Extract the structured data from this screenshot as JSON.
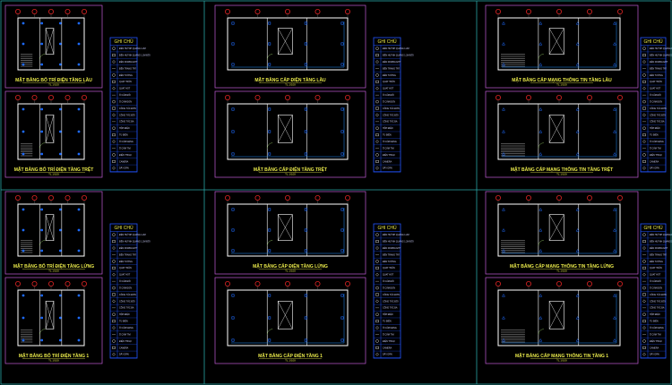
{
  "canvas": {
    "background": "#000000"
  },
  "colors": {
    "sheet_frame": "#2aa6a6",
    "plan_frame": "#c05ad6",
    "legend_frame": "#2255ff",
    "walls": "#ffffff",
    "grid_bubble": "#e02424",
    "text": "#e8e84a",
    "fixture": "#1e6bff",
    "watermark": "#ff7aa0"
  },
  "sheets": [
    {
      "plans": [
        {
          "title": "MẶT BẰNG BỐ TRÍ ĐIỆN TẦNG LẦU",
          "scale": "TL 1/100"
        },
        {
          "title": "MẶT BẰNG BỐ TRÍ ĐIỆN TẦNG TRỆT",
          "scale": "TL 1/100"
        }
      ],
      "legend_title": "GHI CHÚ",
      "note": "",
      "page_no": ""
    },
    {
      "plans": [
        {
          "title": "MẶT BẰNG CẤP ĐIỆN TẦNG LẦU",
          "scale": "TL 1/100"
        },
        {
          "title": "MẶT BẰNG CẤP ĐIỆN TẦNG TRỆT",
          "scale": "TL 1/100"
        }
      ],
      "legend_title": "GHI CHÚ",
      "note": "",
      "page_no": ""
    },
    {
      "plans": [
        {
          "title": "MẶT BẰNG CẤP MẠNG THÔNG TIN TẦNG LẦU",
          "scale": "TL 1/100"
        },
        {
          "title": "MẶT BẰNG CẤP MẠNG THÔNG TIN TẦNG TRỆT",
          "scale": "TL 1/100"
        }
      ],
      "legend_title": "GHI CHÚ",
      "note": "",
      "page_no": ""
    },
    {
      "plans": [
        {
          "title": "MẶT BẰNG BỐ TRÍ ĐIỆN TẦNG LỬNG",
          "scale": "TL 1/100"
        },
        {
          "title": "MẶT BẰNG BỐ TRÍ ĐIỆN TẦNG 1",
          "scale": "TL 1/100"
        }
      ],
      "legend_title": "GHI CHÚ",
      "note": "",
      "page_no": ""
    },
    {
      "plans": [
        {
          "title": "MẶT BẰNG CẤP ĐIỆN TẦNG LỬNG",
          "scale": "TL 1/100"
        },
        {
          "title": "MẶT BẰNG CẤP ĐIỆN TẦNG 1",
          "scale": "TL 1/100"
        }
      ],
      "legend_title": "GHI CHÚ",
      "note": "",
      "page_no": ""
    },
    {
      "plans": [
        {
          "title": "MẶT BẰNG CẤP MẠNG THÔNG TIN TẦNG LỬNG",
          "scale": "TL 1/100"
        },
        {
          "title": "MẶT BẰNG CẤP MẠNG THÔNG TIN TẦNG 1",
          "scale": "TL 1/100"
        }
      ],
      "legend_title": "GHI CHÚ",
      "note": "",
      "page_no": ""
    }
  ],
  "legend_rows": [
    {
      "icon": "dash-line-icon",
      "text": "ĐÈN HUỲNH QUANG 1.2M"
    },
    {
      "icon": "switch-icon",
      "text": "ĐÈN HUỲNH QUANG 1.2M ĐÔI"
    },
    {
      "icon": "fan-icon",
      "text": "ĐÈN DOWNLIGHT"
    },
    {
      "icon": "socket-icon",
      "text": "ĐÈN TRANG TRÍ"
    },
    {
      "icon": "bulb-icon",
      "text": "ĐÈN TƯỜNG"
    },
    {
      "icon": "box-icon",
      "text": "QUẠT TRẦN"
    },
    {
      "icon": "circle-icon",
      "text": "QUẠT HÚT"
    },
    {
      "icon": "diamond-icon",
      "text": "Ổ CẮM ĐÔI"
    },
    {
      "icon": "triangle-icon",
      "text": "Ổ CẮM ĐƠN"
    },
    {
      "icon": "square-icon",
      "text": "CÔNG TẮC ĐƠN"
    },
    {
      "icon": "cross-icon",
      "text": "CÔNG TẮC ĐÔI"
    },
    {
      "icon": "circle-icon",
      "text": "CÔNG TẮC BA"
    },
    {
      "icon": "dot-icon",
      "text": "HỘP ĐIỆN"
    },
    {
      "icon": "box-icon",
      "text": "TỦ ĐIỆN"
    },
    {
      "icon": "bulb-icon",
      "text": "Ổ CẮM MẠNG"
    },
    {
      "icon": "square-icon",
      "text": "Ổ CẮM TIVI"
    },
    {
      "icon": "dash-line-icon",
      "text": "ĐIỆN THOẠI"
    },
    {
      "icon": "socket-icon",
      "text": "CAMERA"
    },
    {
      "icon": "dot-icon",
      "text": "DÂY DẪN"
    }
  ],
  "watermark": ""
}
